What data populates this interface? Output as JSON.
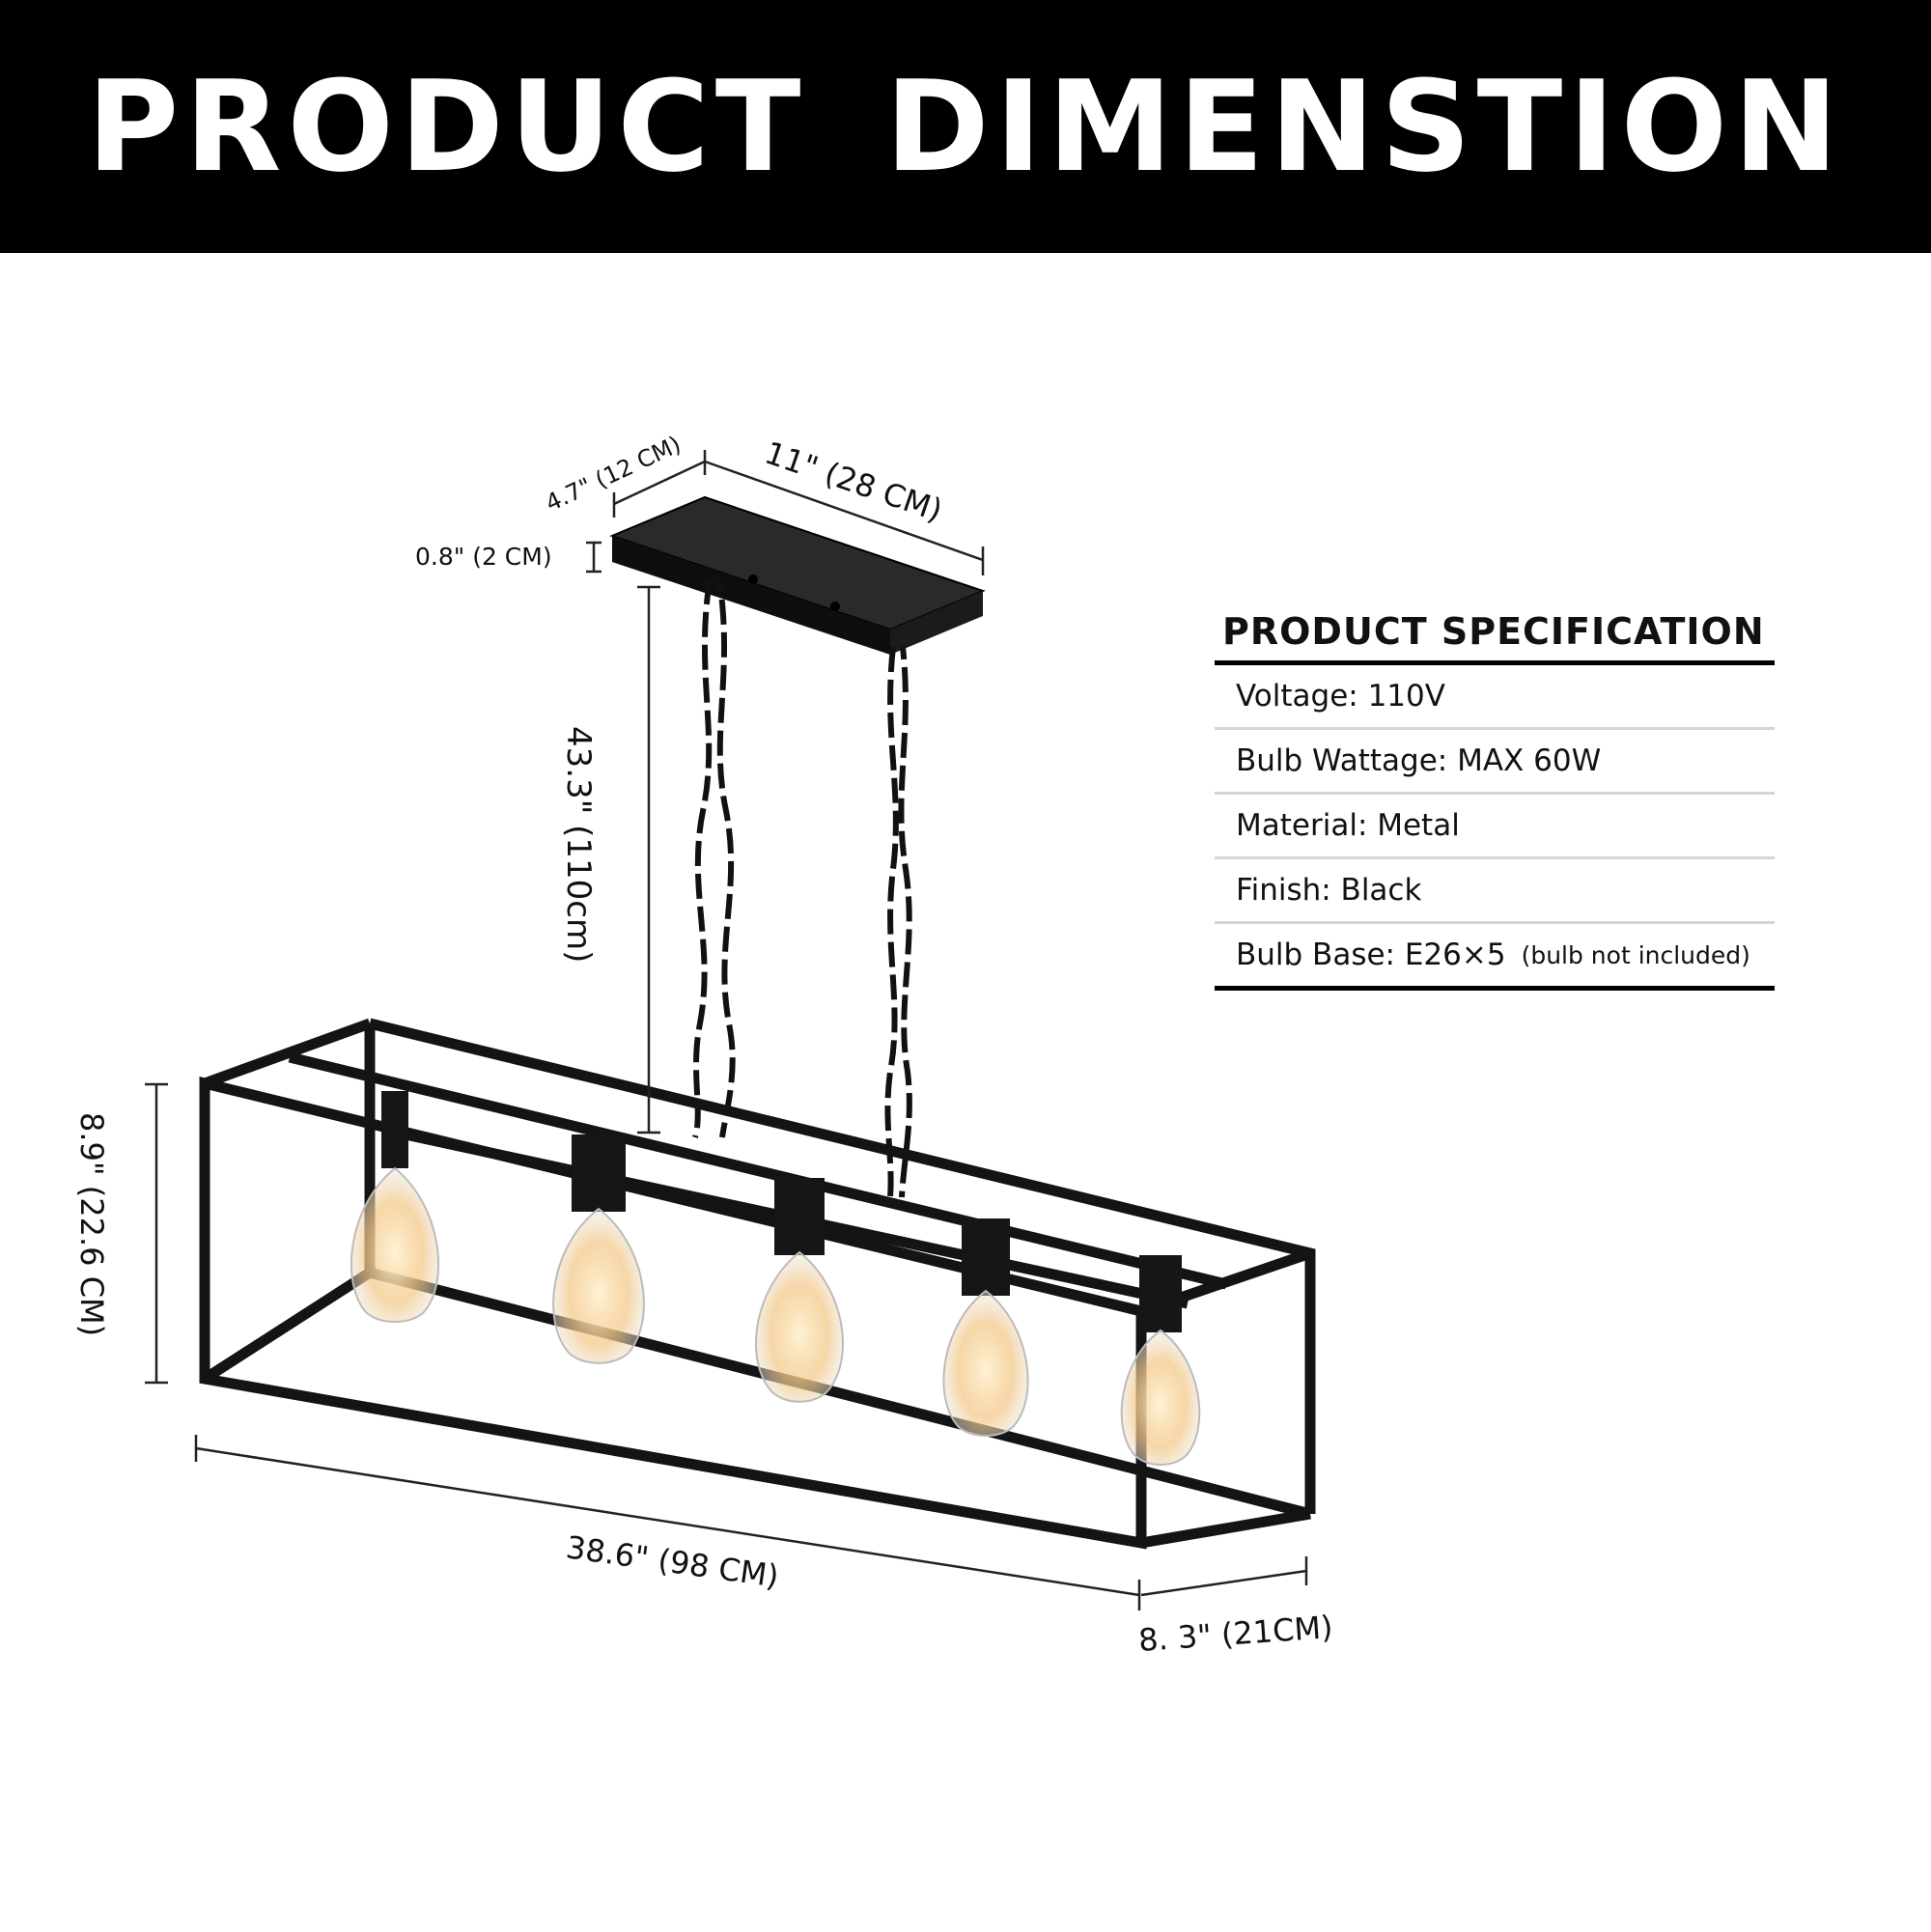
{
  "header": {
    "title": "PRODUCT  DIMENSTION"
  },
  "dimensions": {
    "canopy_depth": "4.7\" (12 CM)",
    "canopy_length": "11\" (28 CM)",
    "canopy_height": "0.8\" (2 CM)",
    "chain_length": "43.3\" (110cm)",
    "fixture_height": "8.9\" (22.6 CM)",
    "fixture_length": "38.6\" (98 CM)",
    "fixture_width": "8. 3\"  (21CM)"
  },
  "spec": {
    "title": "PRODUCT SPECIFICATION",
    "rows": [
      {
        "text": "Voltage:  110V"
      },
      {
        "text": "Bulb Wattage: MAX 60W"
      },
      {
        "text": "Material: Metal"
      },
      {
        "text": "Finish:  Black"
      },
      {
        "text": "Bulb Base: E26×5",
        "note": "(bulb not included)"
      }
    ]
  },
  "colors": {
    "frame": "#141414",
    "banner": "#000000",
    "bulb_glow": "#f3c98a"
  }
}
